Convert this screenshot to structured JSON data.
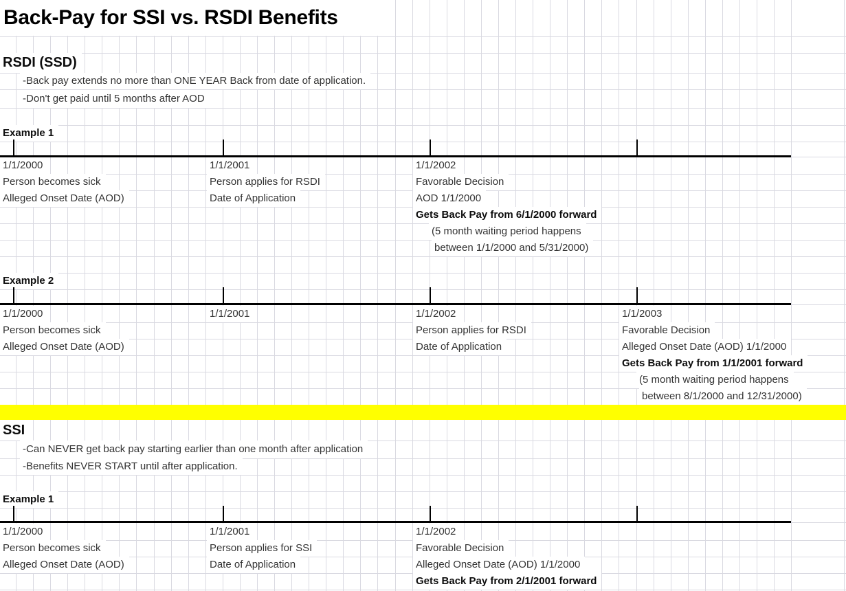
{
  "title": "Back-Pay for SSI vs. RSDI Benefits",
  "colors": {
    "highlight": "#FFFF00",
    "gridline": "#D9D9E1",
    "timeline": "#000000"
  },
  "rsdi": {
    "heading": "RSDI (SSD)",
    "notes": [
      "-Back pay extends no more than ONE YEAR Back from date of application.",
      "-Don't get paid until 5 months after AOD"
    ],
    "example1": {
      "label": "Example 1",
      "events": [
        {
          "date": "1/1/2000",
          "line1": "Person becomes sick",
          "line2": "Alleged Onset Date (AOD)"
        },
        {
          "date": "1/1/2001",
          "line1": "Person applies for RSDI",
          "line2": "Date of Application"
        },
        {
          "date": "1/1/2002",
          "line1": "Favorable Decision",
          "line2": "AOD 1/1/2000",
          "result": "Gets Back Pay from 6/1/2000 forward",
          "note1": "(5 month waiting period happens",
          "note2": "between 1/1/2000 and 5/31/2000)"
        }
      ]
    },
    "example2": {
      "label": "Example 2",
      "events": [
        {
          "date": "1/1/2000",
          "line1": "Person becomes sick",
          "line2": "Alleged Onset Date (AOD)"
        },
        {
          "date": "1/1/2001"
        },
        {
          "date": "1/1/2002",
          "line1": "Person applies for RSDI",
          "line2": "Date of Application"
        },
        {
          "date": "1/1/2003",
          "line1": "Favorable Decision",
          "line2": "Alleged Onset Date (AOD) 1/1/2000",
          "result": "Gets Back Pay from 1/1/2001 forward",
          "note1": "(5 month waiting period happens",
          "note2": "between 8/1/2000 and 12/31/2000)"
        }
      ]
    }
  },
  "ssi": {
    "heading": "SSI",
    "notes": [
      "-Can NEVER get back pay starting earlier than one month after application",
      "-Benefits NEVER START until after application."
    ],
    "example1": {
      "label": "Example 1",
      "events": [
        {
          "date": "1/1/2000",
          "line1": "Person becomes sick",
          "line2": "Alleged Onset Date (AOD)"
        },
        {
          "date": "1/1/2001",
          "line1": "Person applies for SSI",
          "line2": "Date of Application"
        },
        {
          "date": "1/1/2002",
          "line1": "Favorable Decision",
          "line2": "Alleged Onset Date (AOD) 1/1/2000",
          "result": "Gets Back Pay from 2/1/2001 forward"
        }
      ]
    }
  }
}
